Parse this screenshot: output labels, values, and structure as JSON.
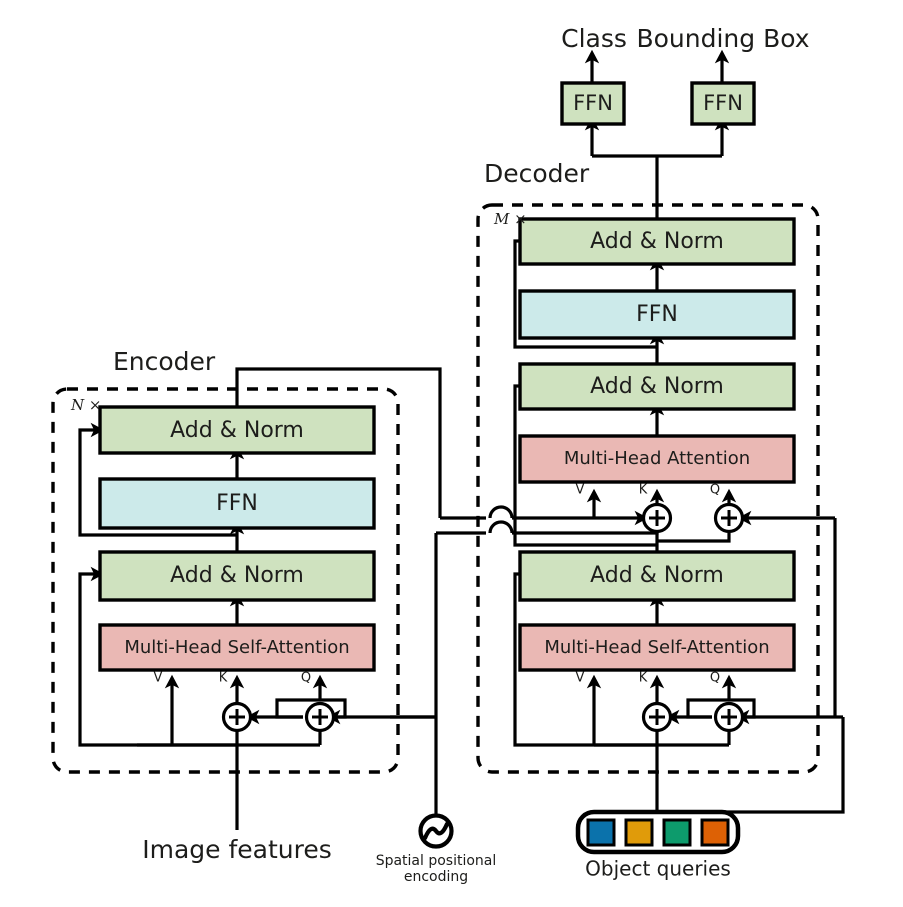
{
  "figure": {
    "title": "DETR transformer architecture",
    "type": "architecture-diagram"
  },
  "colors": {
    "add_norm_fill": "#cfe2bf",
    "ffn_fill": "#cceaea",
    "attention_fill": "#eab8b4",
    "outline": "#000000",
    "text": "#1d1d1b",
    "query_blue": "#0b72ab",
    "query_amber": "#e09b0a",
    "query_teal": "#0d9b6c",
    "query_orange": "#dd6105"
  },
  "outputs": {
    "class_label": "Class",
    "bbox_label": "Bounding Box",
    "class_ffn": "FFN",
    "bbox_ffn": "FFN"
  },
  "encoder": {
    "title": "Encoder",
    "repeat": "N ×",
    "blocks": {
      "add_norm_top": "Add & Norm",
      "ffn": "FFN",
      "add_norm_bottom": "Add & Norm",
      "attention": "Multi-Head Self-Attention"
    },
    "ports": {
      "v": "V",
      "k": "K",
      "q": "Q"
    },
    "input_label": "Image features"
  },
  "decoder": {
    "title": "Decoder",
    "repeat": "M ×",
    "blocks": {
      "add_norm_top": "Add & Norm",
      "ffn": "FFN",
      "add_norm_mid": "Add & Norm",
      "cross_attention": "Multi-Head Attention",
      "add_norm_bottom": "Add & Norm",
      "self_attention": "Multi-Head Self-Attention"
    },
    "ports_cross": {
      "v": "V",
      "k": "K",
      "q": "Q"
    },
    "ports_self": {
      "v": "V",
      "k": "K",
      "q": "Q"
    },
    "input_label": "Object queries",
    "queries": [
      {
        "name": "query-1",
        "color": "#0b72ab"
      },
      {
        "name": "query-2",
        "color": "#e09b0a"
      },
      {
        "name": "query-3",
        "color": "#0d9b6c"
      },
      {
        "name": "query-4",
        "color": "#dd6105"
      }
    ]
  },
  "positional_encoding": {
    "label_line1": "Spatial  positional",
    "label_line2": "encoding",
    "icon": "sine-wave-circle-icon"
  },
  "operators": {
    "add_symbol": "+"
  }
}
